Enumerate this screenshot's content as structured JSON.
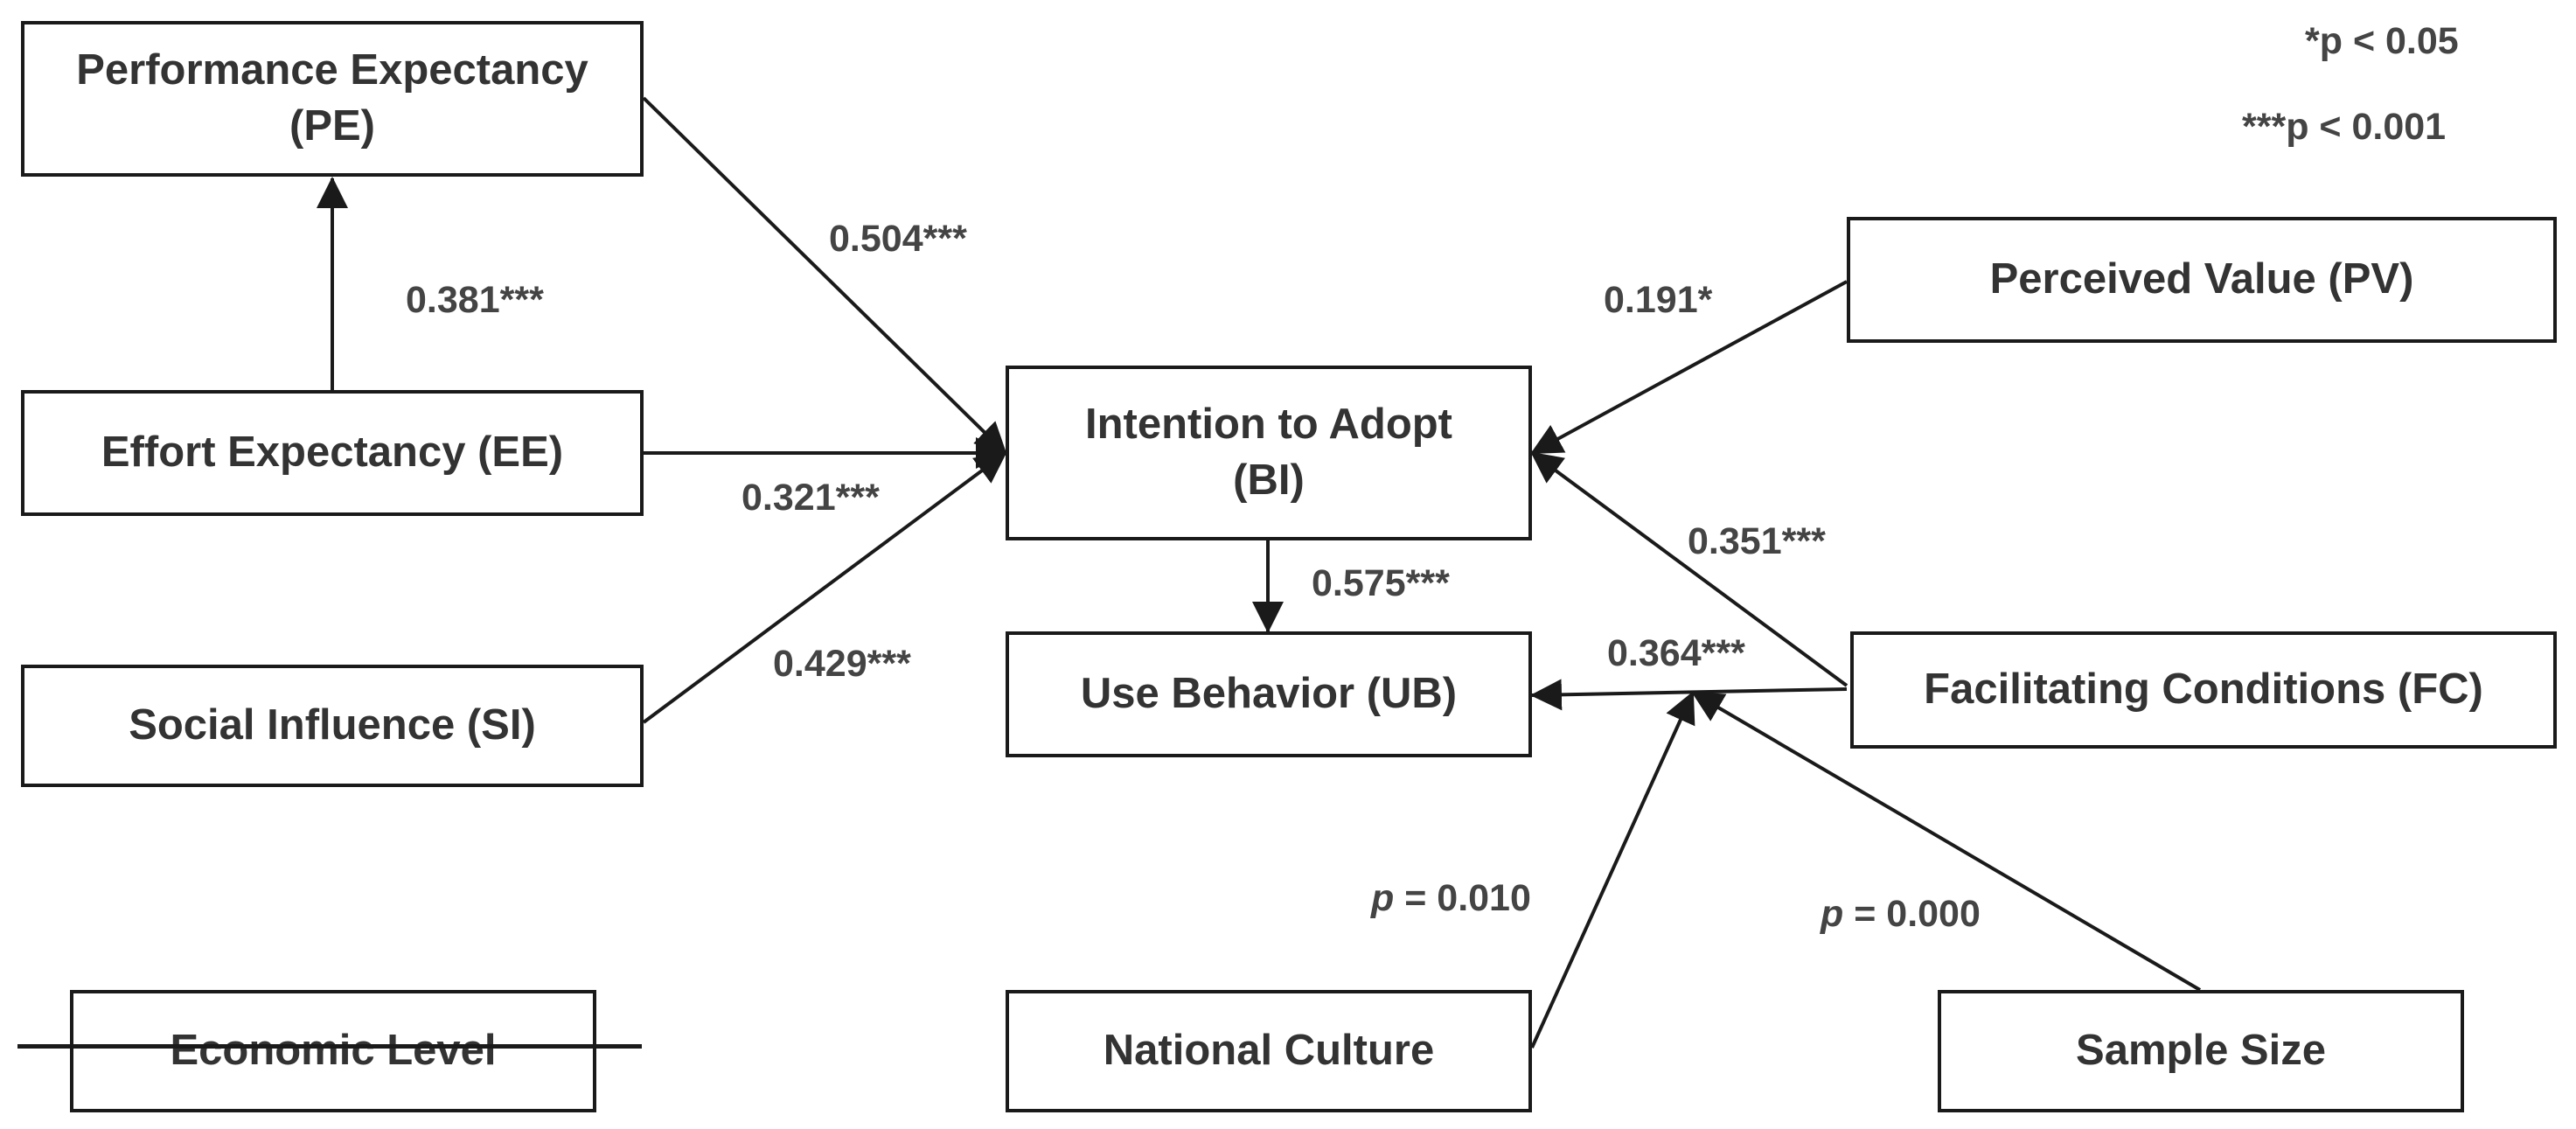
{
  "nodes": {
    "pe": "Performance Expectancy\n(PE)",
    "ee": "Effort Expectancy (EE)",
    "si": "Social Influence (SI)",
    "bi": "Intention to Adopt\n(BI)",
    "ub": "Use Behavior (UB)",
    "pv": "Perceived Value (PV)",
    "fc": "Facilitating Conditions (FC)",
    "economic": "Economic Level",
    "culture": "National Culture",
    "sample": "Sample Size"
  },
  "paths": {
    "ee_pe": "0.381***",
    "pe_bi": "0.504***",
    "ee_bi": "0.321***",
    "si_bi": "0.429***",
    "bi_ub": "0.575***",
    "pv_bi": "0.191*",
    "fc_bi": "0.351***",
    "fc_ub": "0.364***"
  },
  "moderators": {
    "culture_p_symbol": "p",
    "culture_p_value": " = 0.010",
    "sample_p_symbol": "p",
    "sample_p_value": " = 0.000"
  },
  "legend": {
    "sig_05": "*p < 0.05",
    "sig_001": "***p < 0.001"
  },
  "colors": {
    "border": "#1a1a1a",
    "text": "#333333"
  }
}
